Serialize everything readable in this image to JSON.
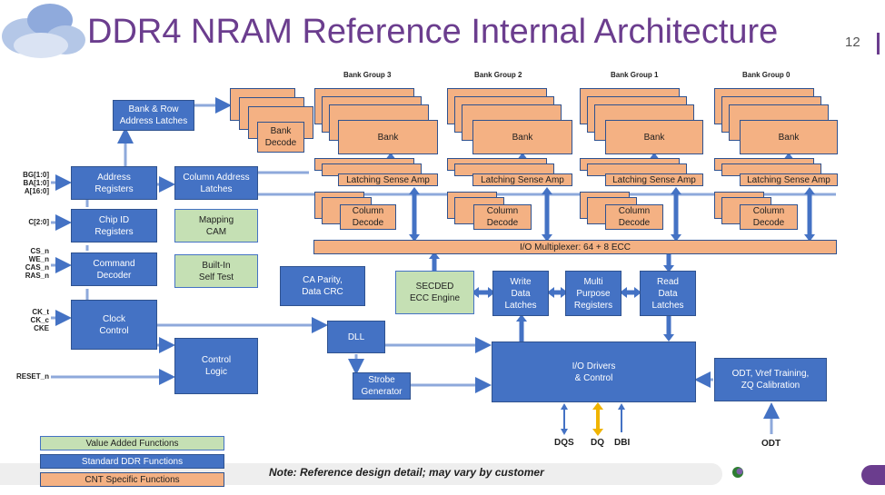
{
  "slide": {
    "title": "DDR4 NRAM Reference Internal Architecture",
    "page_number": "12",
    "note": "Note: Reference design detail; may vary by customer"
  },
  "colors": {
    "standard": "#4472c4",
    "value_added": "#c5e0b4",
    "cnt_specific": "#f4b183",
    "title": "#6b3d8e"
  },
  "signals": {
    "addr": "BG[1:0]\nBA[1:0]\nA[16:0]",
    "chip": "C[2:0]",
    "cmd": "CS_n\nWE_n\nCAS_n\nRAS_n",
    "clk": "CK_t\nCK_c\nCKE",
    "reset": "RESET_n"
  },
  "blocks": {
    "bank_row": "Bank & Row\nAddress Latches",
    "addr_reg": "Address\nRegisters",
    "chip_id": "Chip ID\nRegisters",
    "cmd_dec": "Command\nDecoder",
    "clock_ctl": "Clock\nControl",
    "col_addr": "Column Address\nLatches",
    "mapping": "Mapping\nCAM",
    "bist": "Built-In\nSelf Test",
    "ca_parity": "CA Parity,\nData CRC",
    "control": "Control\nLogic",
    "bank_decode": "Bank\nDecode",
    "io_mux": "I/O Multiplexer: 64 + 8 ECC",
    "secded": "SECDED\nECC Engine",
    "write_latch": "Write\nData\nLatches",
    "mpr": "Multi\nPurpose\nRegisters",
    "read_latch": "Read\nData\nLatches",
    "dll": "DLL",
    "strobe": "Strobe\nGenerator",
    "io_drivers": "I/O Drivers\n& Control",
    "odt_block": "ODT, Vref Training,\nZQ Calibration"
  },
  "bank_groups": [
    {
      "label": "Bank Group 3",
      "bank": "Bank",
      "sense": "Latching Sense Amp",
      "col": "Column\nDecode"
    },
    {
      "label": "Bank Group 2",
      "bank": "Bank",
      "sense": "Latching Sense Amp",
      "col": "Column\nDecode"
    },
    {
      "label": "Bank Group 1",
      "bank": "Bank",
      "sense": "Latching Sense Amp",
      "col": "Column\nDecode"
    },
    {
      "label": "Bank Group 0",
      "bank": "Bank",
      "sense": "Latching Sense Amp",
      "col": "Column\nDecode"
    }
  ],
  "pins": {
    "dqs": "DQS",
    "dq": "DQ",
    "dbi": "DBI",
    "odt": "ODT"
  },
  "legend": {
    "value_added": "Value Added Functions",
    "standard": "Standard DDR Functions",
    "cnt": "CNT Specific Functions"
  }
}
